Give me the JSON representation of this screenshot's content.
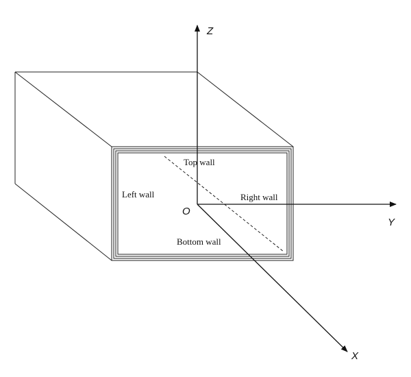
{
  "walls": {
    "top": "Top wall",
    "left": "Left wall",
    "right": "Right wall",
    "bottom": "Bottom wall"
  },
  "axes": {
    "z": "Z",
    "y": "Y",
    "x": "X",
    "origin": "O"
  }
}
